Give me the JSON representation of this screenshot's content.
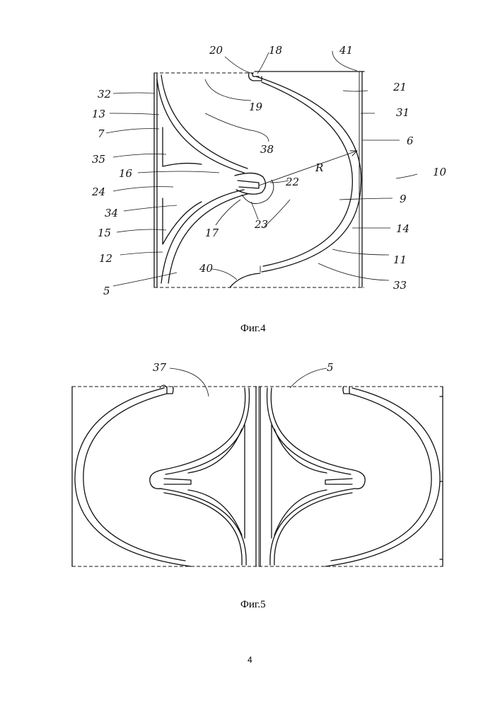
{
  "figures": [
    {
      "caption": "Фиг.4",
      "labels": [
        "20",
        "18",
        "41",
        "32",
        "21",
        "13",
        "19",
        "31",
        "7",
        "38",
        "6",
        "R",
        "10",
        "35",
        "16",
        "22",
        "24",
        "9",
        "34",
        "23",
        "15",
        "17",
        "14",
        "12",
        "11",
        "40",
        "5",
        "33"
      ]
    },
    {
      "caption": "Фиг.5",
      "labels": [
        "37",
        "5"
      ]
    }
  ],
  "page_number": "4"
}
